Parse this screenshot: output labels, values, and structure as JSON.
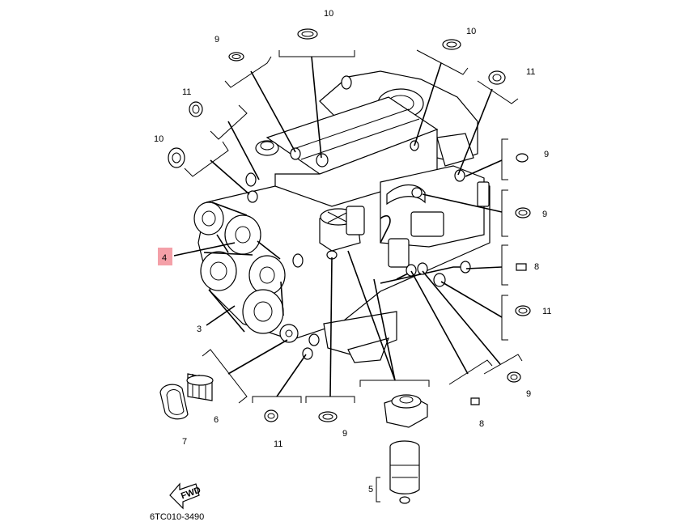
{
  "diagram": {
    "drawing_code": "6TC010-3490",
    "fwd_label": "FWD",
    "highlight_color": "#f4a0a8",
    "callouts": [
      "10",
      "9",
      "10",
      "11",
      "11",
      "10",
      "9",
      "9",
      "4",
      "8",
      "3",
      "11",
      "9",
      "6",
      "7",
      "11",
      "9",
      "8",
      "5"
    ]
  }
}
